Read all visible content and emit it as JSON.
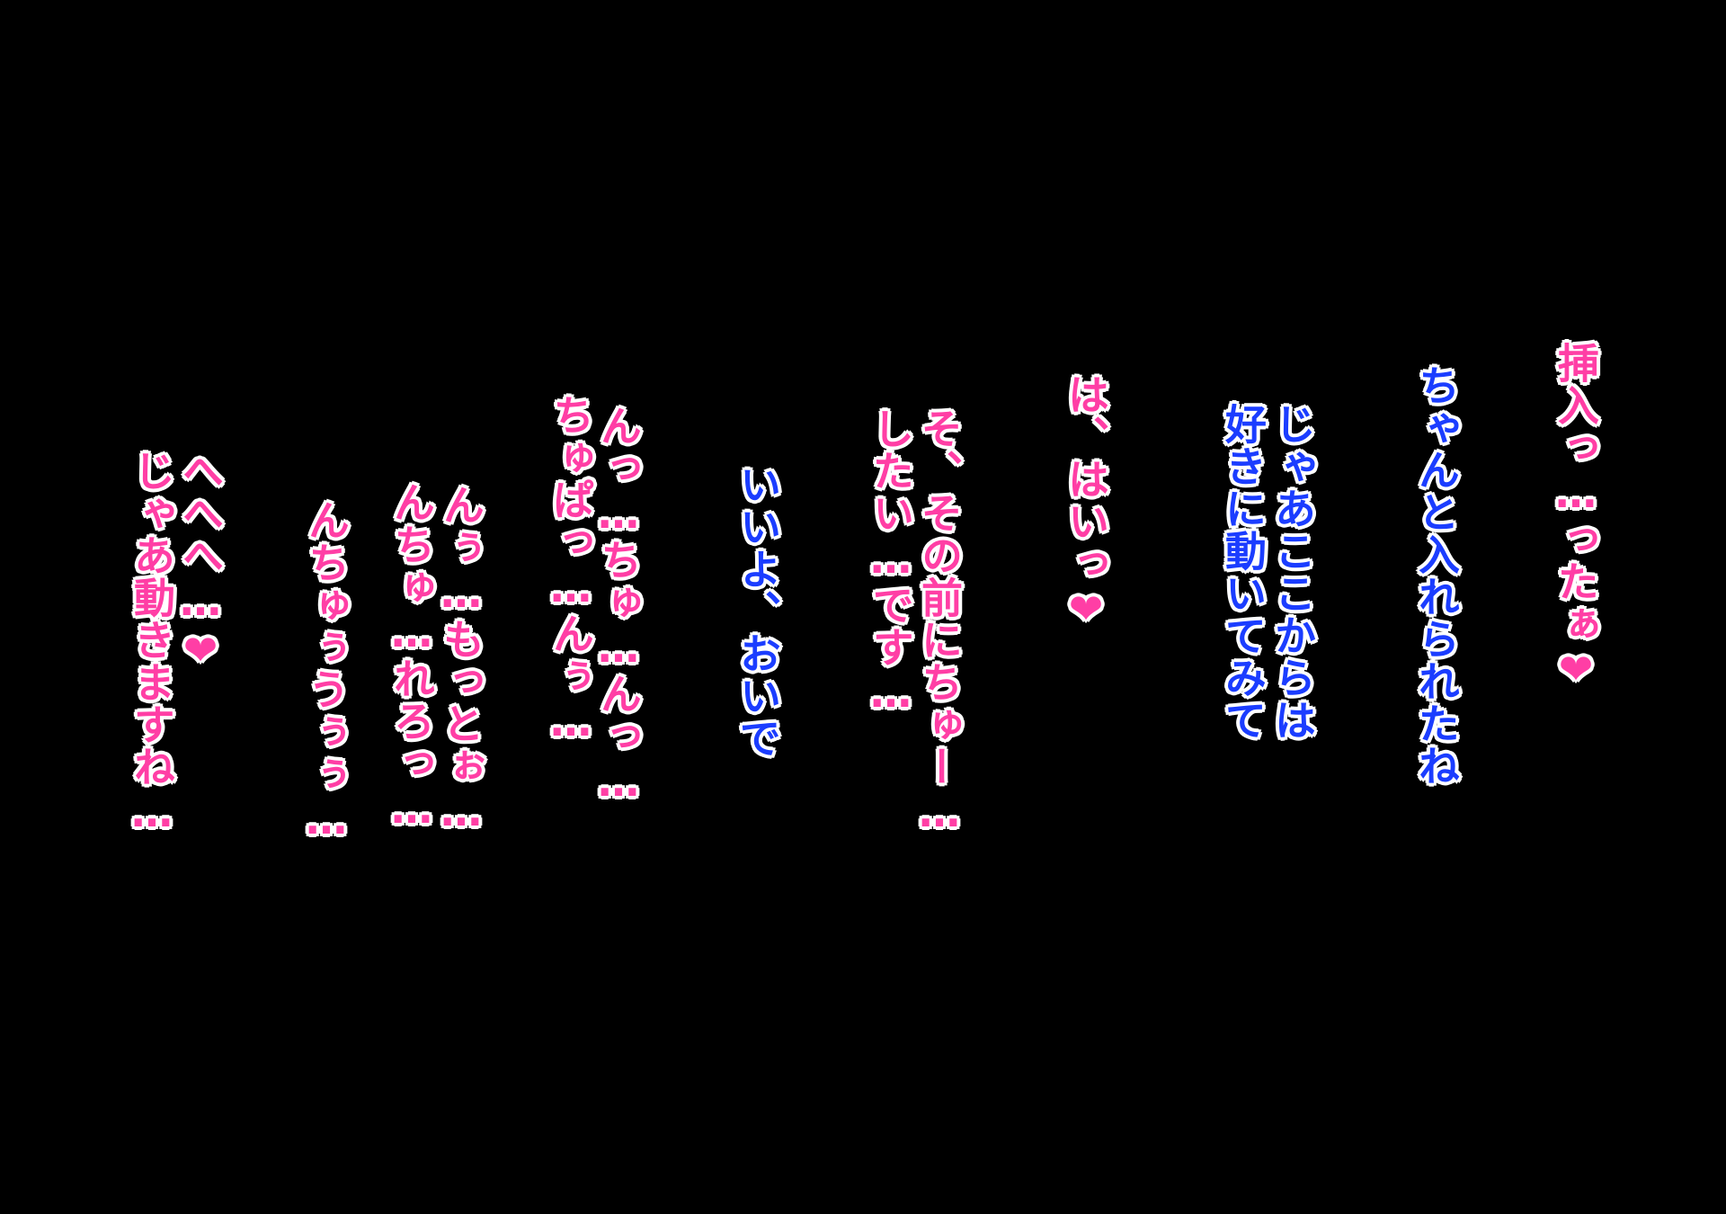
{
  "colors": {
    "background": "#000000",
    "pink_text": "#ff3ea5",
    "blue_text": "#1b3dff",
    "outline": "#ffffff"
  },
  "lines": [
    {
      "id": "line1",
      "text": "挿入っ…ったぁ❤",
      "color": "pink"
    },
    {
      "id": "line2",
      "text": "ちゃんと入れられたね",
      "color": "blue"
    },
    {
      "id": "line3",
      "text": "じゃあここからは",
      "color": "blue"
    },
    {
      "id": "line4",
      "text": "好きに動いてみて",
      "color": "blue"
    },
    {
      "id": "line5",
      "text": "は、はいっ❤",
      "color": "pink"
    },
    {
      "id": "line6",
      "text": "そ、その前にちゅー…",
      "color": "pink"
    },
    {
      "id": "line7",
      "text": "したい…です…",
      "color": "pink"
    },
    {
      "id": "line8",
      "text": "いいよ、おいで",
      "color": "blue"
    },
    {
      "id": "line9",
      "text": "んっ…ちゅ…んっ…",
      "color": "pink"
    },
    {
      "id": "line10",
      "text": "ちゅぱっ…んぅ…",
      "color": "pink"
    },
    {
      "id": "line11",
      "text": "んぅ…もっとぉ…",
      "color": "pink"
    },
    {
      "id": "line12",
      "text": "んちゅ…れろっ…",
      "color": "pink"
    },
    {
      "id": "line13",
      "text": "んちゅぅうぅぅ…",
      "color": "pink"
    },
    {
      "id": "line14",
      "text": "へへへ…❤",
      "color": "pink"
    },
    {
      "id": "line15",
      "text": "じゃあ動きますね…",
      "color": "pink"
    }
  ]
}
